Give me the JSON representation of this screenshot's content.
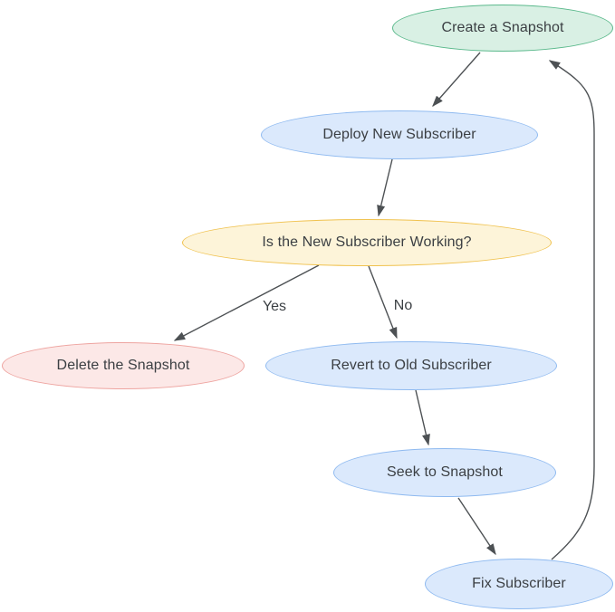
{
  "diagram": {
    "type": "flowchart",
    "nodes": {
      "create": {
        "label": "Create a Snapshot",
        "fill": "#d9f0e4",
        "stroke": "#5bb98c"
      },
      "deploy": {
        "label": "Deploy New Subscriber",
        "fill": "#dbe9fc",
        "stroke": "#8fbaf0"
      },
      "working": {
        "label": "Is the New Subscriber Working?",
        "fill": "#fdf4d9",
        "stroke": "#f0c24f"
      },
      "delete": {
        "label": "Delete the Snapshot",
        "fill": "#fce8e7",
        "stroke": "#eea4a0"
      },
      "revert": {
        "label": "Revert to Old Subscriber",
        "fill": "#dbe9fc",
        "stroke": "#8fbaf0"
      },
      "seek": {
        "label": "Seek to Snapshot",
        "fill": "#dbe9fc",
        "stroke": "#8fbaf0"
      },
      "fix": {
        "label": "Fix Subscriber",
        "fill": "#dbe9fc",
        "stroke": "#8fbaf0"
      }
    },
    "edges": {
      "create_to_deploy": {
        "from": "create",
        "to": "deploy",
        "label": ""
      },
      "deploy_to_working": {
        "from": "deploy",
        "to": "working",
        "label": ""
      },
      "working_to_delete": {
        "from": "working",
        "to": "delete",
        "label": "Yes"
      },
      "working_to_revert": {
        "from": "working",
        "to": "revert",
        "label": "No"
      },
      "revert_to_seek": {
        "from": "revert",
        "to": "seek",
        "label": ""
      },
      "seek_to_fix": {
        "from": "seek",
        "to": "fix",
        "label": ""
      },
      "fix_to_create": {
        "from": "fix",
        "to": "create",
        "label": ""
      }
    },
    "colors": {
      "edge": "#4d5154",
      "text": "#3b3f43",
      "background": "#ffffff"
    }
  }
}
